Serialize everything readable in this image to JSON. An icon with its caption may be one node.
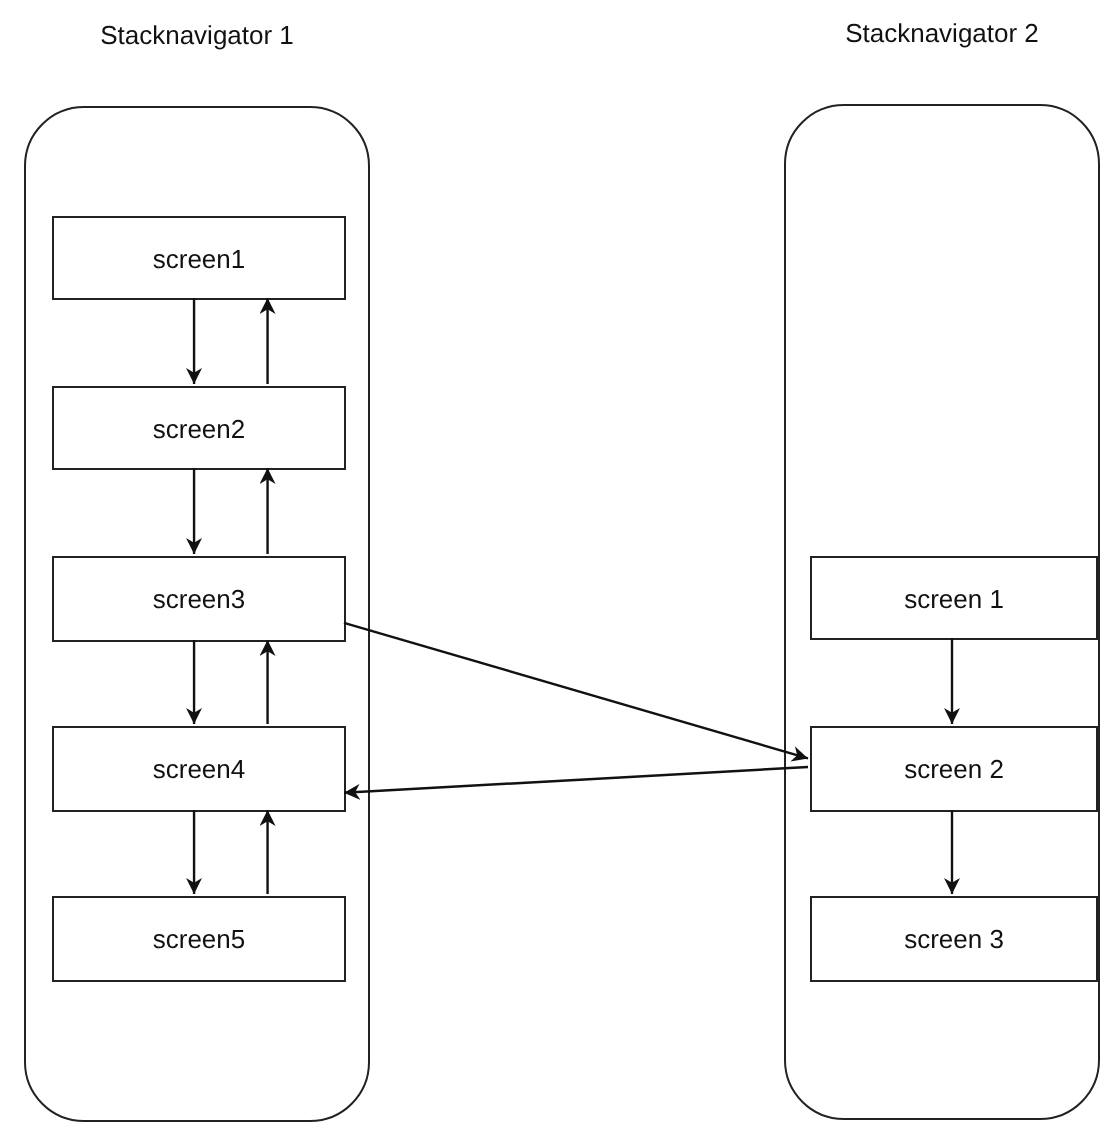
{
  "diagram": {
    "nodes": [
      {
        "text": [
          "Stacknavigator 1"
        ]
      },
      {
        "text": [
          "screen1"
        ],
        "in": 0
      },
      {
        "text": [
          "screen2"
        ],
        "in": 0
      },
      {
        "text": [
          "screen3"
        ],
        "in": 0
      },
      {
        "text": [
          "screen4"
        ],
        "in": 0
      },
      {
        "text": [
          "screen5"
        ],
        "in": 0
      },
      {
        "text": [
          "Stacknavigator 2"
        ]
      },
      {
        "text": [
          "screen 1"
        ],
        "in": 6
      },
      {
        "text": [
          "screen 2"
        ],
        "in": 6
      },
      {
        "text": [
          "screen 3"
        ],
        "in": 6
      }
    ],
    "edges": [
      {
        "from": 1,
        "to": 2,
        "arrow": "to"
      },
      {
        "from": 2,
        "to": 1,
        "arrow": "to"
      },
      {
        "from": 2,
        "to": 3,
        "arrow": "to"
      },
      {
        "from": 3,
        "to": 2,
        "arrow": "to"
      },
      {
        "from": 3,
        "to": 4,
        "arrow": "to"
      },
      {
        "from": 4,
        "to": 3,
        "arrow": "to"
      },
      {
        "from": 4,
        "to": 5,
        "arrow": "to"
      },
      {
        "from": 5,
        "to": 4,
        "arrow": "to"
      },
      {
        "from": 7,
        "to": 8,
        "arrow": "to"
      },
      {
        "from": 8,
        "to": 9,
        "arrow": "to"
      },
      {
        "from": 3,
        "to": 8,
        "arrow": "to"
      },
      {
        "from": 8,
        "to": 4,
        "arrow": "to"
      }
    ]
  }
}
